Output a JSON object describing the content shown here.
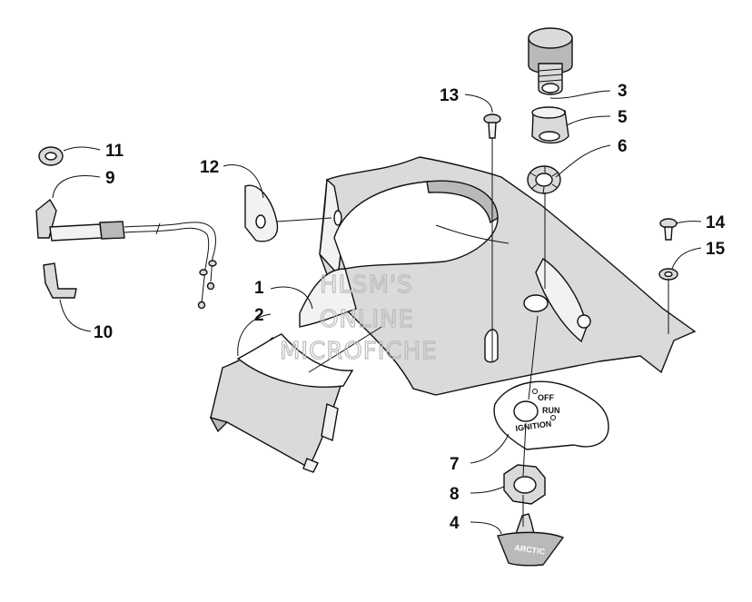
{
  "callouts": [
    {
      "id": "1",
      "text": "1"
    },
    {
      "id": "2",
      "text": "2"
    },
    {
      "id": "3",
      "text": "3"
    },
    {
      "id": "4",
      "text": "4"
    },
    {
      "id": "5",
      "text": "5"
    },
    {
      "id": "6",
      "text": "6"
    },
    {
      "id": "7",
      "text": "7"
    },
    {
      "id": "8",
      "text": "8"
    },
    {
      "id": "9",
      "text": "9"
    },
    {
      "id": "10",
      "text": "10"
    },
    {
      "id": "11",
      "text": "11"
    },
    {
      "id": "12",
      "text": "12"
    },
    {
      "id": "13",
      "text": "13"
    },
    {
      "id": "14",
      "text": "14"
    },
    {
      "id": "15",
      "text": "15"
    }
  ],
  "watermark": {
    "line1": "HLSM'S",
    "line2": "ONLINE",
    "line3": "MICROFICHE"
  },
  "ignition_plate": {
    "off": "OFF",
    "run": "RUN",
    "ignition": "IGNITION"
  },
  "key_brand": "ARCTIC"
}
